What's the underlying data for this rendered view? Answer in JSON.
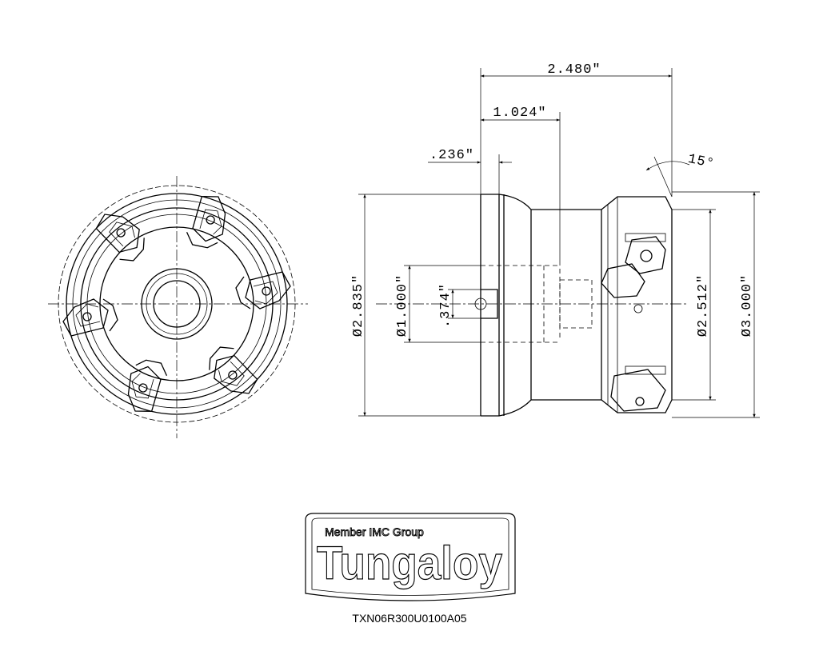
{
  "dimensions": {
    "overall_length": "2.480\"",
    "body_length": "1.024\"",
    "face_offset": ".236\"",
    "angle": "15°",
    "body_diameter": "Ø2.835\"",
    "bore_diameter": "Ø1.000\"",
    "keyway": ".374\"",
    "inner_cutting_diameter": "Ø2.512\"",
    "cutting_diameter": "Ø3.000\""
  },
  "logo": {
    "tagline": "Member IMC Group",
    "brand": "Tungaloy"
  },
  "part_number": "TXN06R300U0100A05"
}
